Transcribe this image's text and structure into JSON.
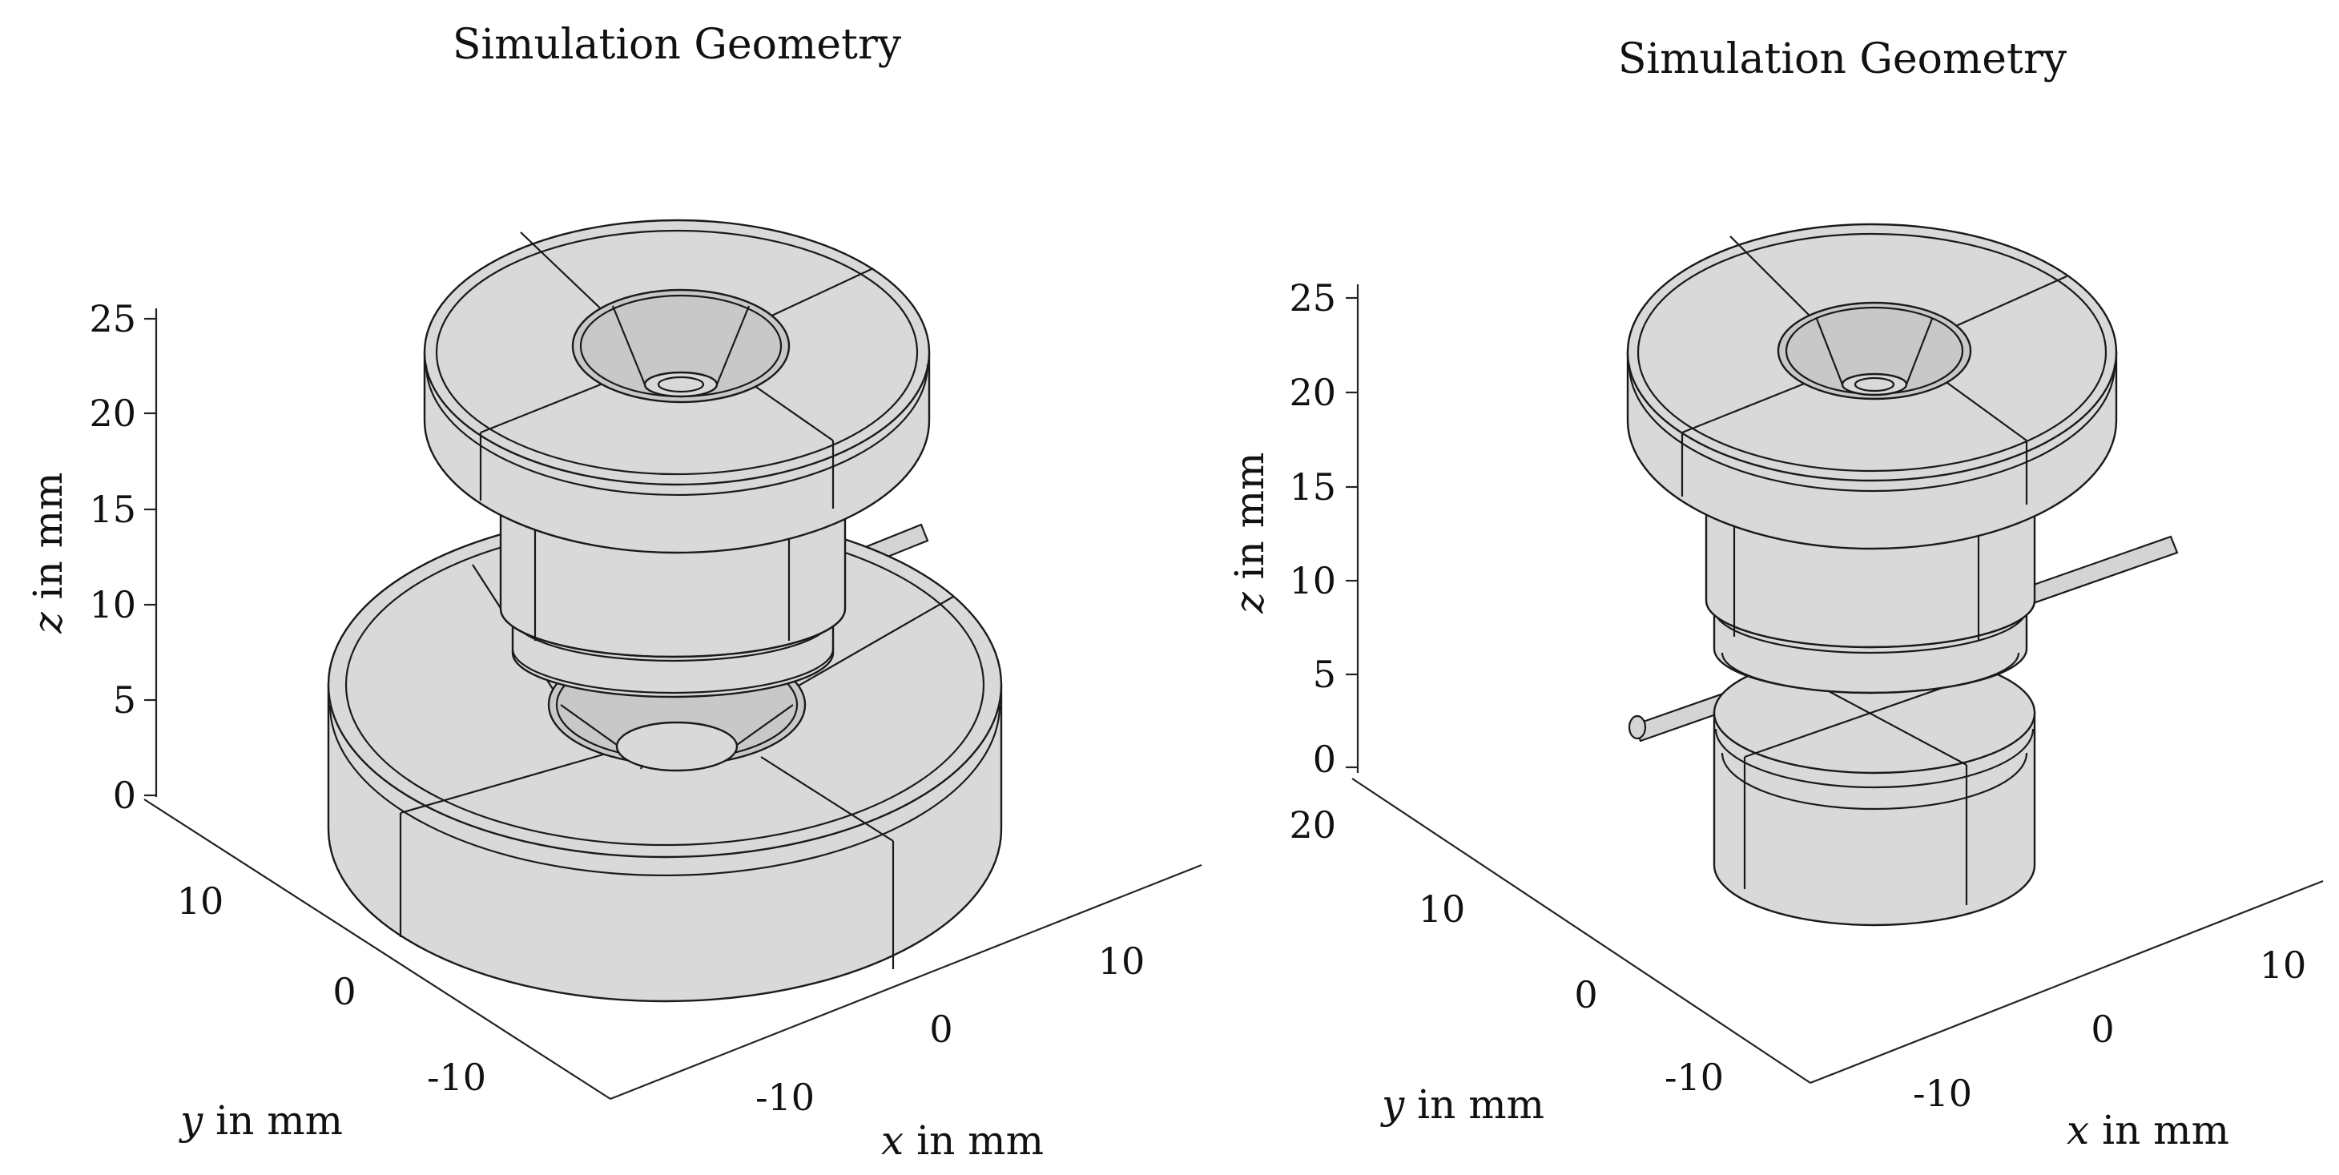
{
  "figure": {
    "panels": [
      {
        "title": "Simulation Geometry",
        "z_ticks": [
          "0",
          "5",
          "10",
          "15",
          "20",
          "25"
        ],
        "y_ticks": [
          "-10",
          "0",
          "10"
        ],
        "x_ticks": [
          "-10",
          "0",
          "10"
        ],
        "z_label": {
          "var": "z",
          "unit": " in mm"
        },
        "y_label": {
          "var": "y",
          "unit": " in mm"
        },
        "x_label": {
          "var": "x",
          "unit": " in mm"
        }
      },
      {
        "title": "Simulation Geometry",
        "z_ticks": [
          "0",
          "5",
          "10",
          "15",
          "20",
          "25"
        ],
        "y_ticks": [
          "-10",
          "0",
          "10",
          "20"
        ],
        "x_ticks": [
          "-10",
          "0",
          "10"
        ],
        "z_label": {
          "var": "z",
          "unit": " in mm"
        },
        "y_label": {
          "var": "y",
          "unit": " in mm"
        },
        "x_label": {
          "var": "x",
          "unit": " in mm"
        }
      }
    ]
  },
  "colors": {
    "body": "#d9d9d9",
    "edges": "#1a1a1a",
    "axes": "#222222"
  }
}
